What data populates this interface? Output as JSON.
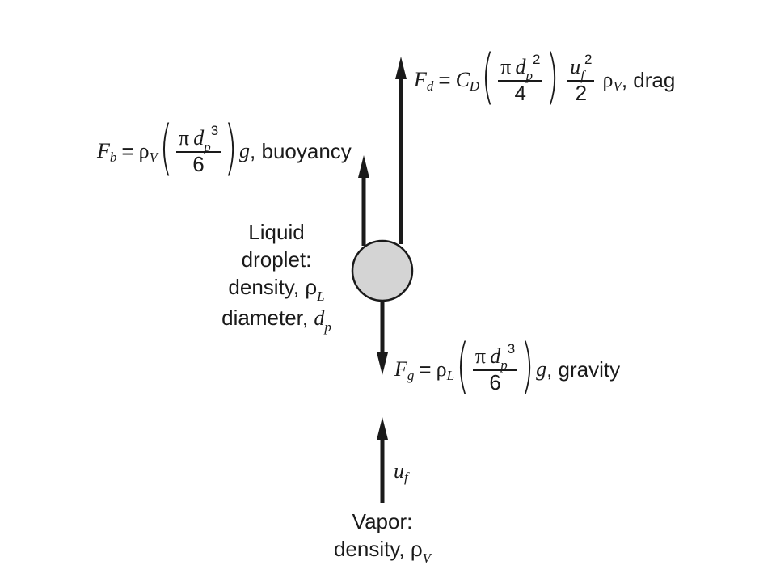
{
  "drag": {
    "F": "F",
    "sub": "d",
    "eq": "=",
    "coef": "C",
    "coef_sub": "D",
    "pi": "π",
    "d": "d",
    "p": "p",
    "exp_num": "2",
    "den": "4",
    "u": "u",
    "u_sub": "f",
    "u_exp": "2",
    "den2": "2",
    "rho": "ρ",
    "rho_sub": "V",
    "suffix": ", drag"
  },
  "buoyancy": {
    "F": "F",
    "sub": "b",
    "eq": "=",
    "rho": "ρ",
    "rho_sub": "V",
    "pi": "π",
    "d": "d",
    "p": "p",
    "exp": "3",
    "den": "6",
    "g": "g",
    "suffix": ", buoyancy"
  },
  "gravity": {
    "F": "F",
    "sub": "g",
    "eq": "=",
    "rho": "ρ",
    "rho_sub": "L",
    "pi": "π",
    "d": "d",
    "p": "p",
    "exp": "3",
    "den": "6",
    "g": "g",
    "suffix": ", gravity"
  },
  "droplet": {
    "line1": "Liquid",
    "line2": "droplet:",
    "density_label": "density, ρ",
    "density_sub": "L",
    "diameter_label": "diameter, ",
    "diameter_var": "d",
    "diameter_sub": "p"
  },
  "velocity": {
    "u": "u",
    "sub": "f"
  },
  "vapor": {
    "line1": "Vapor:",
    "density_label": "density, ρ",
    "density_sub": "V"
  },
  "colors": {
    "droplet_fill": "#d4d4d4",
    "stroke": "#1a1a1a",
    "background": "#ffffff"
  }
}
